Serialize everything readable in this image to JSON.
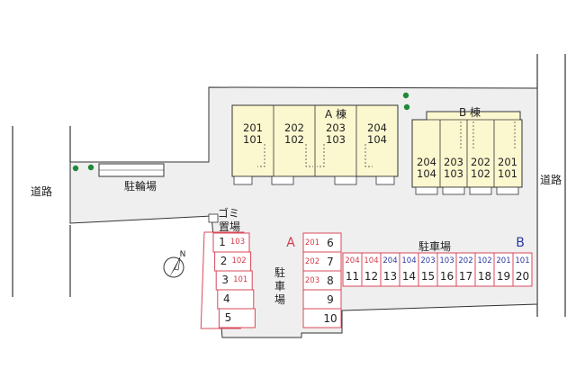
{
  "roads": {
    "left_label": "道路",
    "right_label": "道路"
  },
  "bike_parking": {
    "label": "駐輪場"
  },
  "garbage": {
    "line1": "ゴミ",
    "line2": "置場"
  },
  "north": {
    "label": "N"
  },
  "building_a": {
    "label": "A 棟",
    "units": [
      {
        "upper": "201",
        "lower": "101"
      },
      {
        "upper": "202",
        "lower": "102"
      },
      {
        "upper": "203",
        "lower": "103"
      },
      {
        "upper": "204",
        "lower": "104"
      }
    ]
  },
  "building_b": {
    "label": "B 棟",
    "units": [
      {
        "upper": "204",
        "lower": "104"
      },
      {
        "upper": "203",
        "lower": "103"
      },
      {
        "upper": "202",
        "lower": "102"
      },
      {
        "upper": "201",
        "lower": "101"
      }
    ]
  },
  "parking": {
    "label_top": "駐車場",
    "label_vertical": [
      "駐",
      "車",
      "場"
    ],
    "marker_a": "A",
    "marker_b": "B",
    "left_column": [
      {
        "num": "1",
        "unit": "103"
      },
      {
        "num": "2",
        "unit": "102"
      },
      {
        "num": "3",
        "unit": "101"
      },
      {
        "num": "4",
        "unit": ""
      },
      {
        "num": "5",
        "unit": ""
      }
    ],
    "center_column": [
      {
        "num": "6",
        "unit": "201"
      },
      {
        "num": "7",
        "unit": "202"
      },
      {
        "num": "8",
        "unit": "203"
      },
      {
        "num": "9",
        "unit": ""
      },
      {
        "num": "10",
        "unit": ""
      }
    ],
    "right_row": [
      {
        "num": "11",
        "unit": "204",
        "group": "A"
      },
      {
        "num": "12",
        "unit": "104",
        "group": "A"
      },
      {
        "num": "13",
        "unit": "204",
        "group": "B"
      },
      {
        "num": "14",
        "unit": "104",
        "group": "B"
      },
      {
        "num": "15",
        "unit": "203",
        "group": "B"
      },
      {
        "num": "16",
        "unit": "103",
        "group": "B"
      },
      {
        "num": "17",
        "unit": "202",
        "group": "B"
      },
      {
        "num": "18",
        "unit": "102",
        "group": "B"
      },
      {
        "num": "19",
        "unit": "201",
        "group": "B"
      },
      {
        "num": "20",
        "unit": "101",
        "group": "B"
      }
    ]
  },
  "colors": {
    "building_fill": "#fbf7cf",
    "lot_fill": "#efefef",
    "parking_line": "#d9485a",
    "group_a_text": "#d33a4a",
    "group_b_text": "#2a3aa0",
    "hedge_green": "#1e8a3a"
  }
}
